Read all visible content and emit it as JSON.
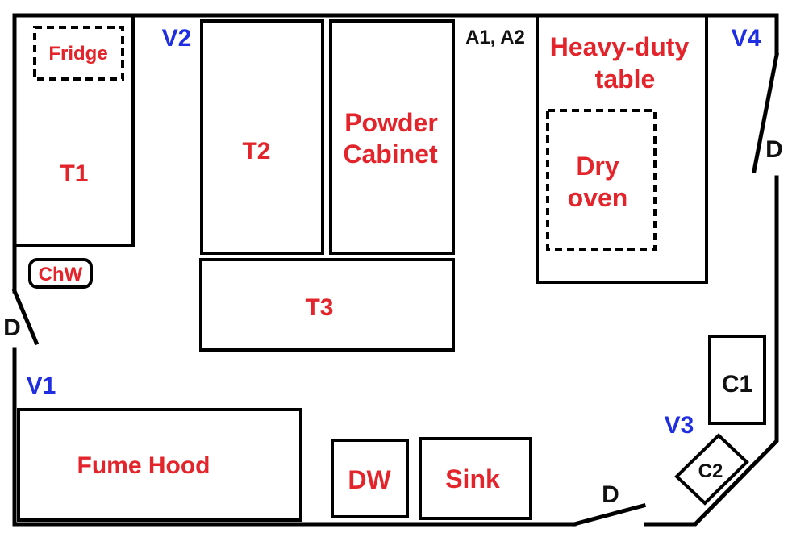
{
  "colors": {
    "label_red": "#e3242b",
    "label_blue": "#1f2ee0",
    "label_black": "#111111",
    "line": "#000000"
  },
  "furniture": {
    "fridge": "Fridge",
    "t1": "T1",
    "t2": "T2",
    "powder_cabinet_line1": "Powder",
    "powder_cabinet_line2": "Cabinet",
    "heavy_duty_table_line1": "Heavy-duty",
    "heavy_duty_table_line2": "table",
    "dry_oven_line1": "Dry",
    "dry_oven_line2": "oven",
    "chw": "ChW",
    "t3": "T3",
    "fume_hood": "Fume Hood",
    "dw": "DW",
    "sink": "Sink",
    "c1": "C1",
    "c2": "C2"
  },
  "markers": {
    "v1": "V1",
    "v2": "V2",
    "v3": "V3",
    "v4": "V4",
    "a1_a2": "A1, A2",
    "door_left": "D",
    "door_right": "D",
    "door_bottom": "D"
  }
}
